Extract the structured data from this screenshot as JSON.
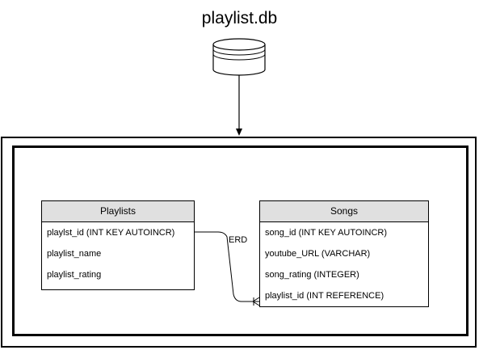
{
  "database": {
    "name": "playlist.db"
  },
  "relationship": {
    "label": "ERD"
  },
  "tables": {
    "playlists": {
      "name": "Playlists",
      "fields": [
        "playlst_id (INT KEY AUTOINCR)",
        "playlist_name",
        "playlist_rating"
      ]
    },
    "songs": {
      "name": "Songs",
      "fields": [
        "song_id (INT KEY AUTOINCR)",
        "youtube_URL (VARCHAR)",
        "song_rating (INTEGER)",
        "playlist_id (INT REFERENCE)"
      ]
    }
  }
}
